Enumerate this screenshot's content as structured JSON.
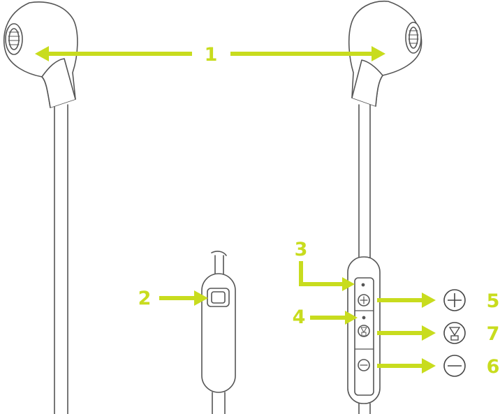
{
  "colors": {
    "accent": "#c8dc1e",
    "line": "#555555",
    "fill": "#ffffff"
  },
  "callouts": {
    "earbuds": "1",
    "magnet_clip": "2",
    "led_indicator": "3",
    "microphone": "4",
    "volume_up": "5",
    "volume_down": "6",
    "play_pause": "7"
  },
  "icons": {
    "volume_up": "plus-icon",
    "volume_down": "minus-icon",
    "play_pause": "play-pause-icon"
  }
}
